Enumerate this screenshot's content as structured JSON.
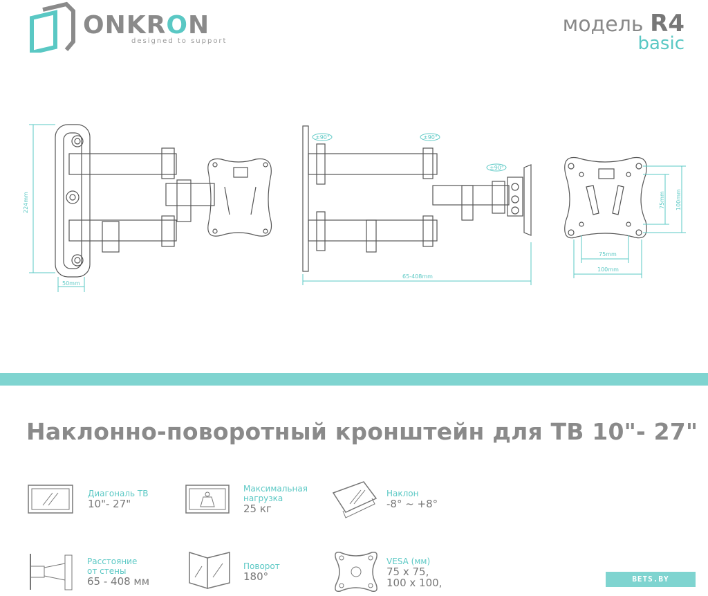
{
  "brand": {
    "name_part1": "ONKR",
    "name_o": "O",
    "name_part2": "N",
    "tagline": "designed to support",
    "accent_color": "#5ac8c4"
  },
  "model": {
    "label": "модель",
    "code": "R4",
    "variant": "basic"
  },
  "dimensions": {
    "height": "224mm",
    "wall_depth": "50mm",
    "arm_range": "65-408mm",
    "swivel_1": "±90°",
    "swivel_2": "±90°",
    "swivel_3": "±90°",
    "vesa_h_small": "75mm",
    "vesa_h_large": "100mm",
    "vesa_w_small": "75mm",
    "vesa_w_large": "100mm"
  },
  "headline": "Наклонно-поворотный кронштейн для ТВ 10\"- 27\"",
  "specs": [
    {
      "icon": "tv-diagonal-icon",
      "label_lines": [
        "Диагональ ТВ"
      ],
      "value_lines": [
        "10\"- 27\""
      ]
    },
    {
      "icon": "weight-icon",
      "label_lines": [
        "Максимальная",
        "нагрузка"
      ],
      "value_lines": [
        "25 кг"
      ]
    },
    {
      "icon": "tilt-icon",
      "label_lines": [
        "Наклон"
      ],
      "value_lines": [
        "-8° ~ +8°"
      ]
    },
    {
      "icon": "wall-distance-icon",
      "label_lines": [
        "Расстояние",
        "от стены"
      ],
      "value_lines": [
        "65 - 408 мм"
      ]
    },
    {
      "icon": "swivel-icon",
      "label_lines": [
        "Поворот"
      ],
      "value_lines": [
        "180°"
      ]
    },
    {
      "icon": "vesa-icon",
      "label_lines": [
        "VESA (мм)"
      ],
      "value_lines": [
        "75 x 75,",
        "100 x 100,"
      ]
    }
  ],
  "watermark": "BETS.BY"
}
